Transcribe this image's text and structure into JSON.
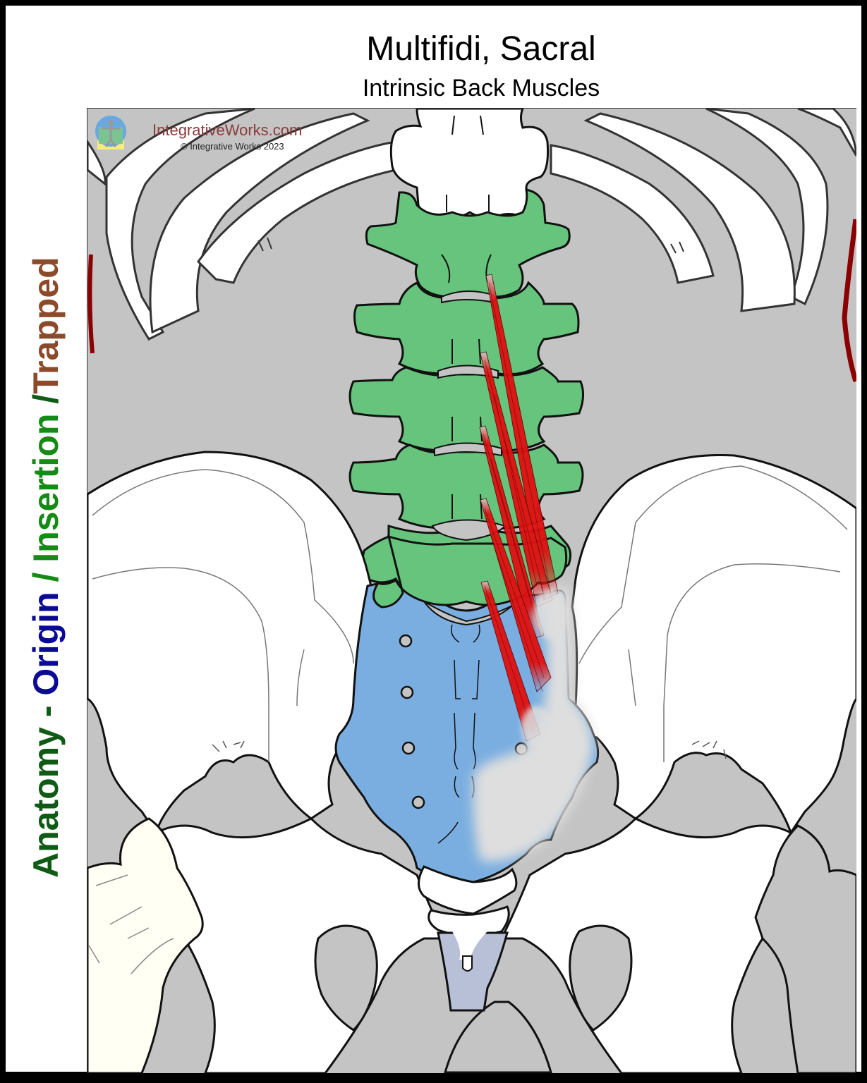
{
  "header": {
    "title": "Multifidi, Sacral",
    "subtitle": "Intrinsic Back Muscles"
  },
  "side_label": {
    "anatomy": "Anatomy",
    "dash": " - ",
    "origin": "Origin",
    "slash1": " / ",
    "insertion": "Insertion",
    "slash2": " /",
    "trapped": "Trapped",
    "colors": {
      "anatomy": "#0f5a14",
      "origin": "#0a0a96",
      "insertion": "#158a15",
      "trapped": "#8b4a2a"
    }
  },
  "branding": {
    "site": "IntegrativeWorks.com",
    "copyright": "© Integrative Works 2023",
    "logo_text": "IntegrativeWorks.com"
  },
  "illustration": {
    "colors": {
      "background": "#c4c4c4",
      "bone": "#ffffff",
      "lumbar_vertebrae_insertion": "#66c47c",
      "sacrum_origin": "#7aaee0",
      "muscle": "#e01010",
      "trapped_area": "#dedede",
      "coccyx": "#b8c0d8",
      "femur_head": "#fffff4",
      "outline": "#111111",
      "body_outline": "#8b0000"
    },
    "sacral_foramina_count": 5
  }
}
